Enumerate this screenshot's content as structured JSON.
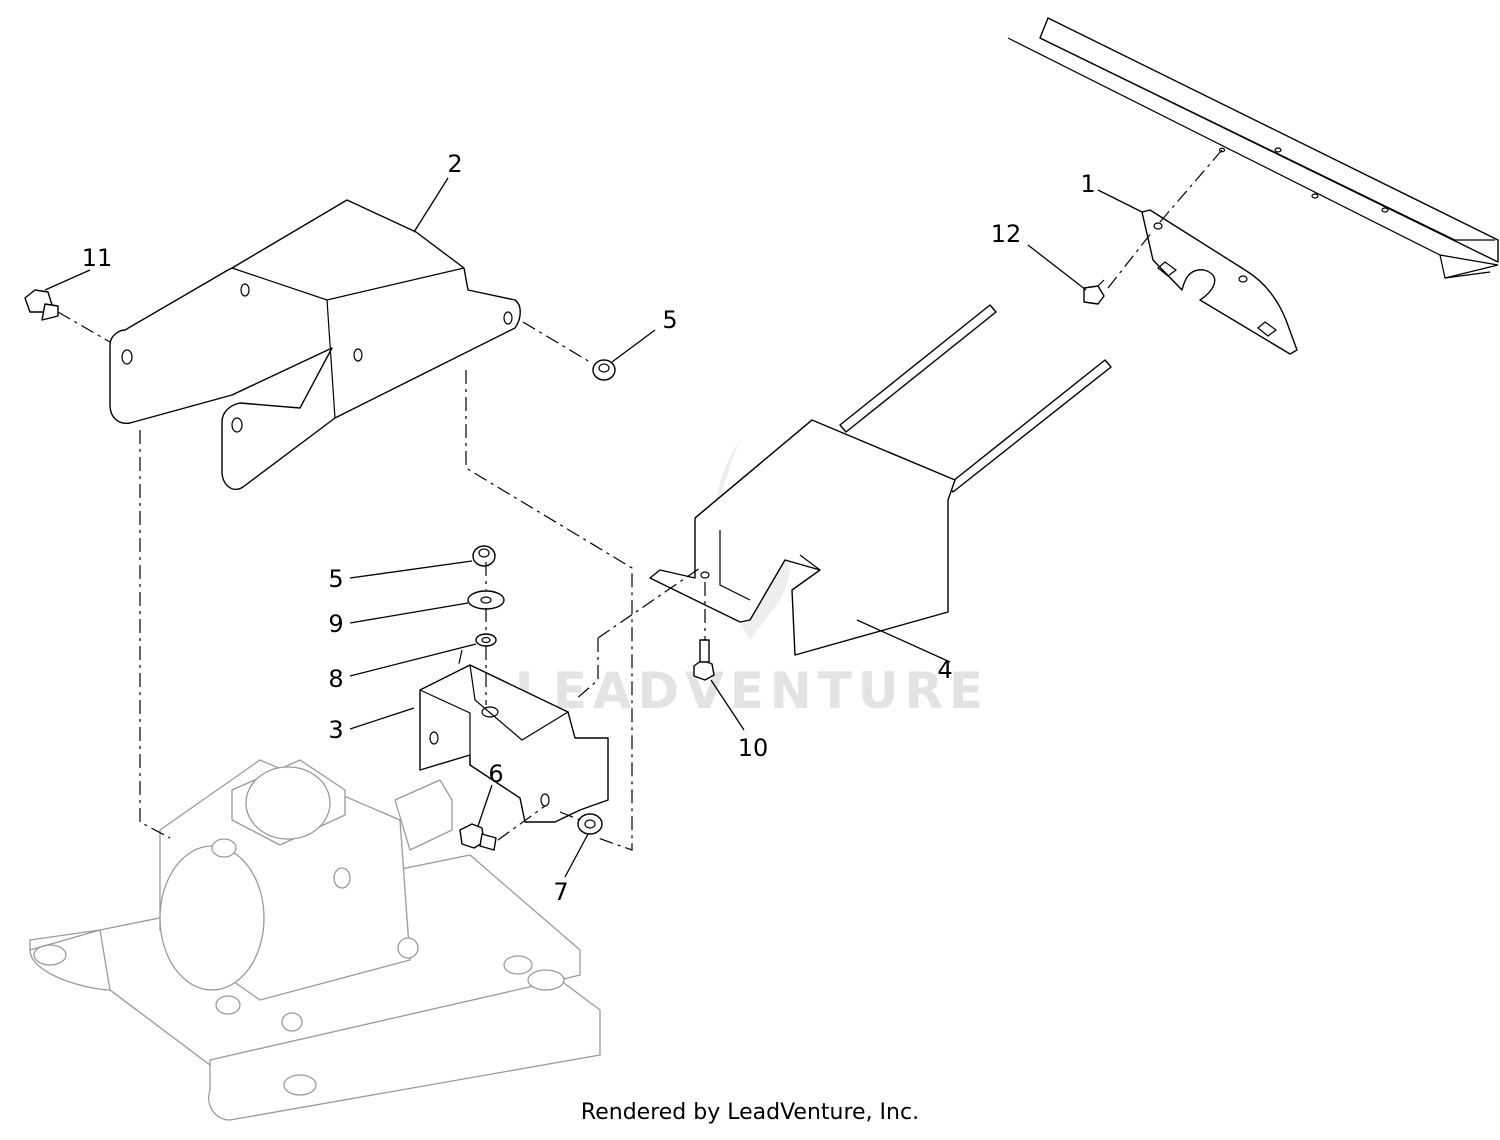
{
  "callouts": [
    {
      "id": "c1",
      "text": "1"
    },
    {
      "id": "c2",
      "text": "2"
    },
    {
      "id": "c3",
      "text": "3"
    },
    {
      "id": "c4",
      "text": "4"
    },
    {
      "id": "c5a",
      "text": "5"
    },
    {
      "id": "c5b",
      "text": "5"
    },
    {
      "id": "c6",
      "text": "6"
    },
    {
      "id": "c7",
      "text": "7"
    },
    {
      "id": "c8",
      "text": "8"
    },
    {
      "id": "c9",
      "text": "9"
    },
    {
      "id": "c10",
      "text": "10"
    },
    {
      "id": "c11",
      "text": "11"
    },
    {
      "id": "c12",
      "text": "12"
    }
  ],
  "watermark": {
    "text": "LEADVENTURE"
  },
  "footer": {
    "credit": "Rendered by LeadVenture, Inc."
  }
}
